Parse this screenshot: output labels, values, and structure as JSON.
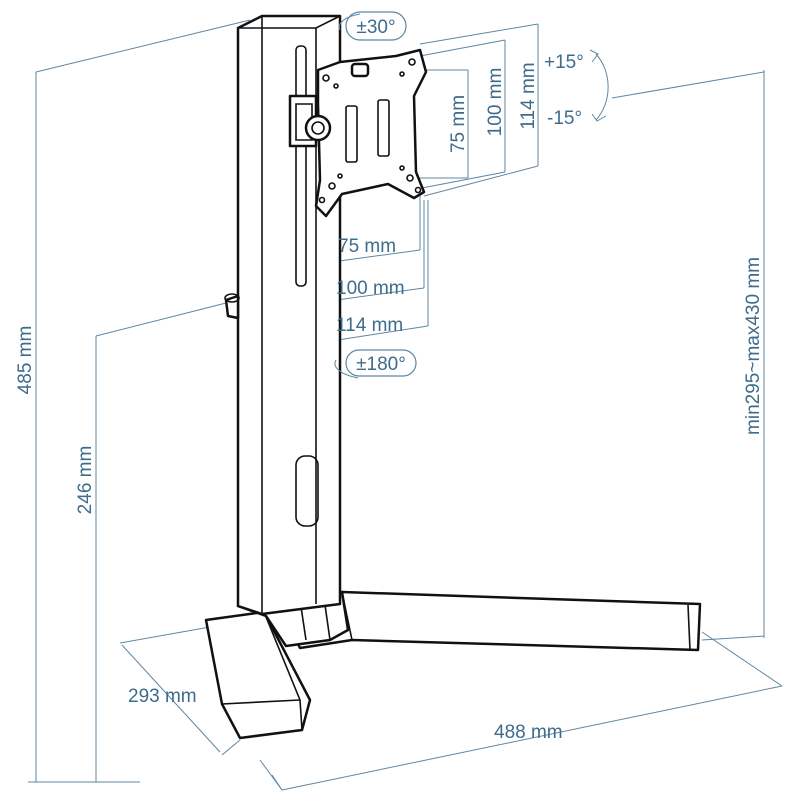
{
  "dimensions": {
    "total_height": "485 mm",
    "base_to_arm_height": "246 mm",
    "height_range": "min295~max430 mm",
    "base_depth": "293 mm",
    "base_width": "488 mm",
    "vesa_v_small": "75 mm",
    "vesa_v_mid": "100 mm",
    "vesa_v_large": "114 mm",
    "vesa_h_small": "75 mm",
    "vesa_h_mid": "100 mm",
    "vesa_h_large": "114 mm"
  },
  "angles": {
    "swivel": "±30°",
    "tilt_up": "+15°",
    "tilt_down": "-15°",
    "rotation": "±180°"
  },
  "colors": {
    "dimension": "#5f86a2",
    "text": "#3f6c8b",
    "outline": "#111111"
  }
}
